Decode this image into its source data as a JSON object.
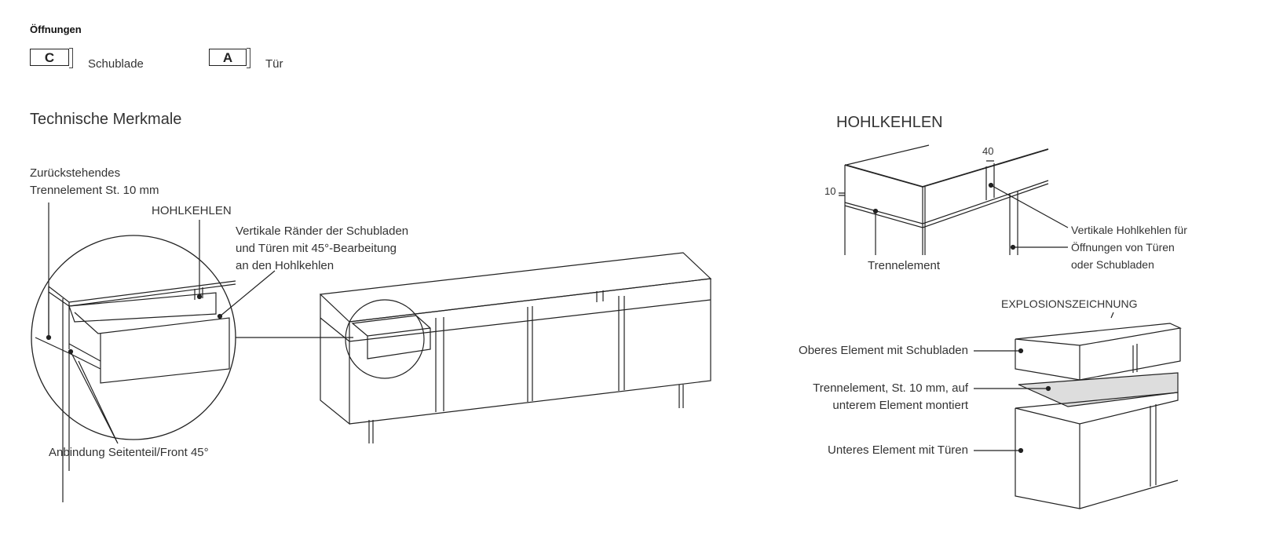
{
  "legend": {
    "title": "Öffnungen",
    "items": [
      {
        "code": "C",
        "label": "Schublade"
      },
      {
        "code": "A",
        "label": "Tür"
      }
    ]
  },
  "section_title": "Technische Merkmale",
  "detail_labels": {
    "recessed_divider": [
      "Zurückstehendes",
      "Trennelement St. 10 mm"
    ],
    "hohlkehlen": "HOHLKEHLEN",
    "vertical_edges": [
      "Vertikale Ränder der Schubladen",
      "und Türen mit 45°-Bearbeitung",
      "an den Hohlkehlen"
    ],
    "side_front_joint": "Anbindung Seitenteil/Front 45°"
  },
  "hohlkehlen_diagram": {
    "title": "HOHLKEHLEN",
    "dim_width": "40",
    "dim_thickness": "10",
    "divider_label": "Trennelement",
    "vertical_grooves": [
      "Vertikale Hohlkehlen für",
      "Öffnungen von Türen",
      "oder Schubladen"
    ]
  },
  "explosion": {
    "title": "EXPLOSIONSZEICHNUNG",
    "upper": "Oberes Element mit Schubladen",
    "divider": [
      "Trennelement, St. 10 mm, auf",
      "unterem Element montiert"
    ],
    "lower": "Unteres Element mit Türen"
  }
}
